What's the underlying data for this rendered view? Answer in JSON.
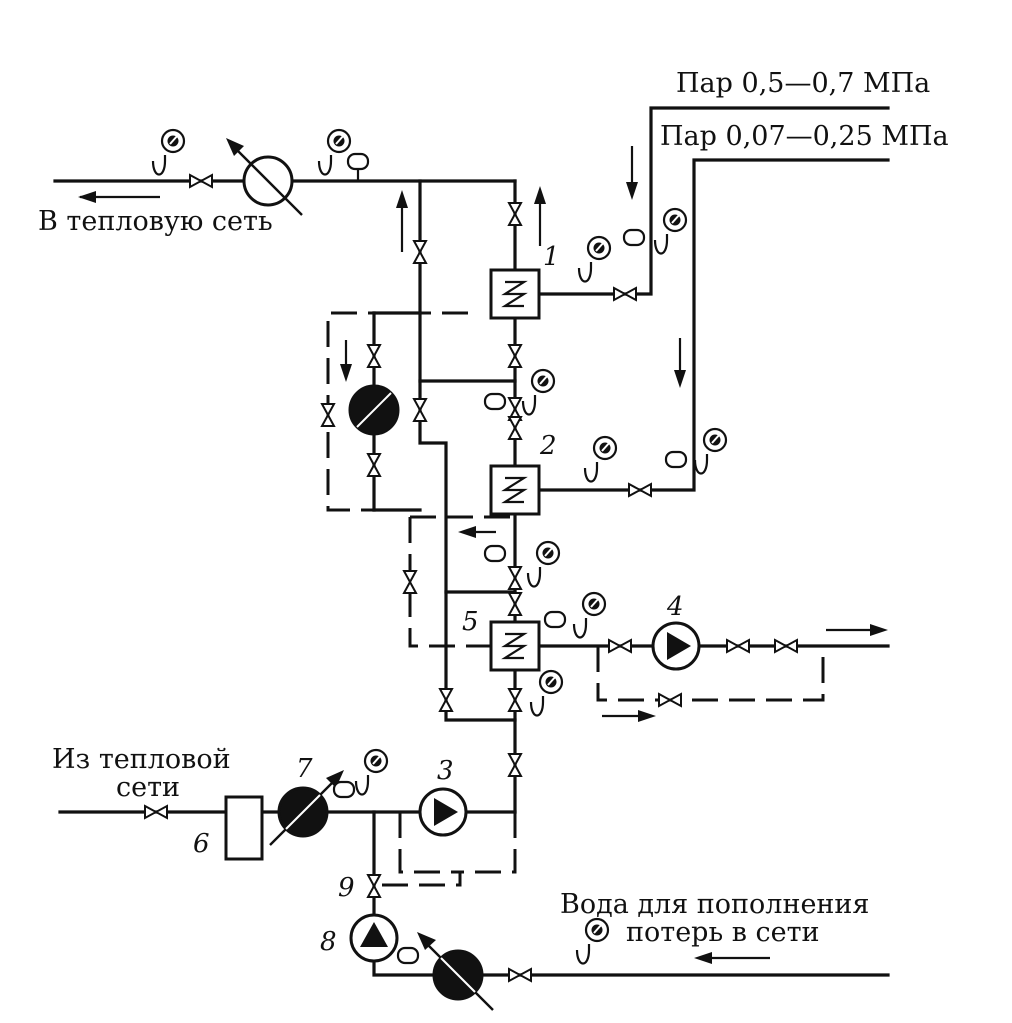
{
  "labels": {
    "to_network": "В тепловую сеть",
    "steam_high": "Пар 0,5—0,7 МПа",
    "steam_low": "Пар 0,07—0,25 МПа",
    "from_network_1": "Из тепловой",
    "from_network_2": "сети",
    "makeup_1": "Вода для пополнения",
    "makeup_2": "потерь в сети"
  },
  "numbers": {
    "n1": "1",
    "n2": "2",
    "n3": "3",
    "n4": "4",
    "n5": "5",
    "n6": "6",
    "n7": "7",
    "n8": "8",
    "n9": "9"
  }
}
